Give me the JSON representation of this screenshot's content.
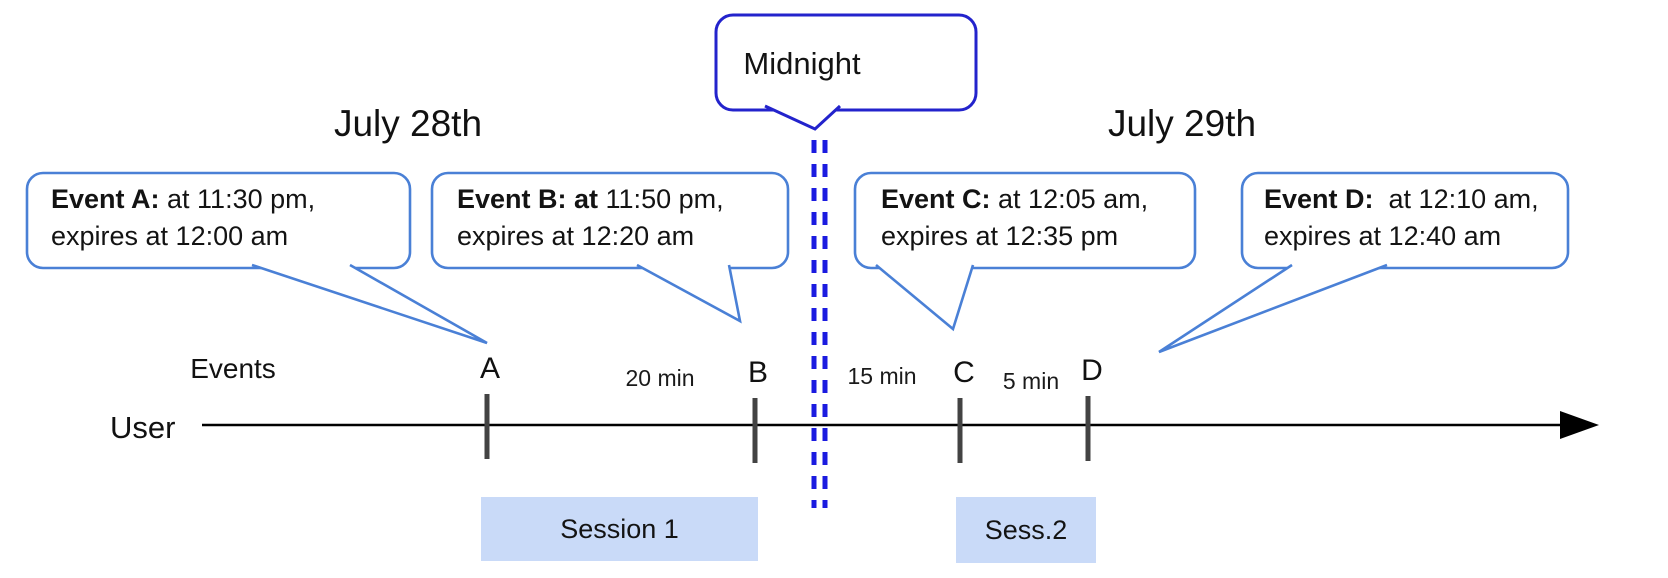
{
  "diagram": {
    "dates": {
      "left": "July 28th",
      "right": "July 29th"
    },
    "midnight_label": "Midnight",
    "events_axis_label": "Events",
    "user_label": "User",
    "callouts": [
      {
        "event": "A",
        "line1_bold": "Event A:",
        "line1_rest": " at 11:30 pm,",
        "line2": "expires at 12:00 am"
      },
      {
        "event": "B",
        "line1_bold": "Event B: at",
        "line1_rest": " 11:50 pm,",
        "line2": "expires at 12:20 am"
      },
      {
        "event": "C",
        "line1_bold": "Event C:",
        "line1_rest": " at 12:05 am,",
        "line2": "expires at 12:35 pm"
      },
      {
        "event": "D",
        "line1_bold": "Event D:",
        "line1_rest": "  at 12:10 am,",
        "line2": "expires at 12:40 am"
      }
    ],
    "ticks": [
      "A",
      "B",
      "C",
      "D"
    ],
    "intervals": [
      "20 min",
      "15 min",
      "5 min"
    ],
    "sessions": [
      "Session 1",
      "Sess.2"
    ],
    "colors": {
      "callout_border": "#4a80d6",
      "midnight_border": "#2323cc",
      "dashed_line": "#1b1be0",
      "session_fill": "#c9daf8",
      "tick": "#434343",
      "timeline": "#000000"
    }
  }
}
